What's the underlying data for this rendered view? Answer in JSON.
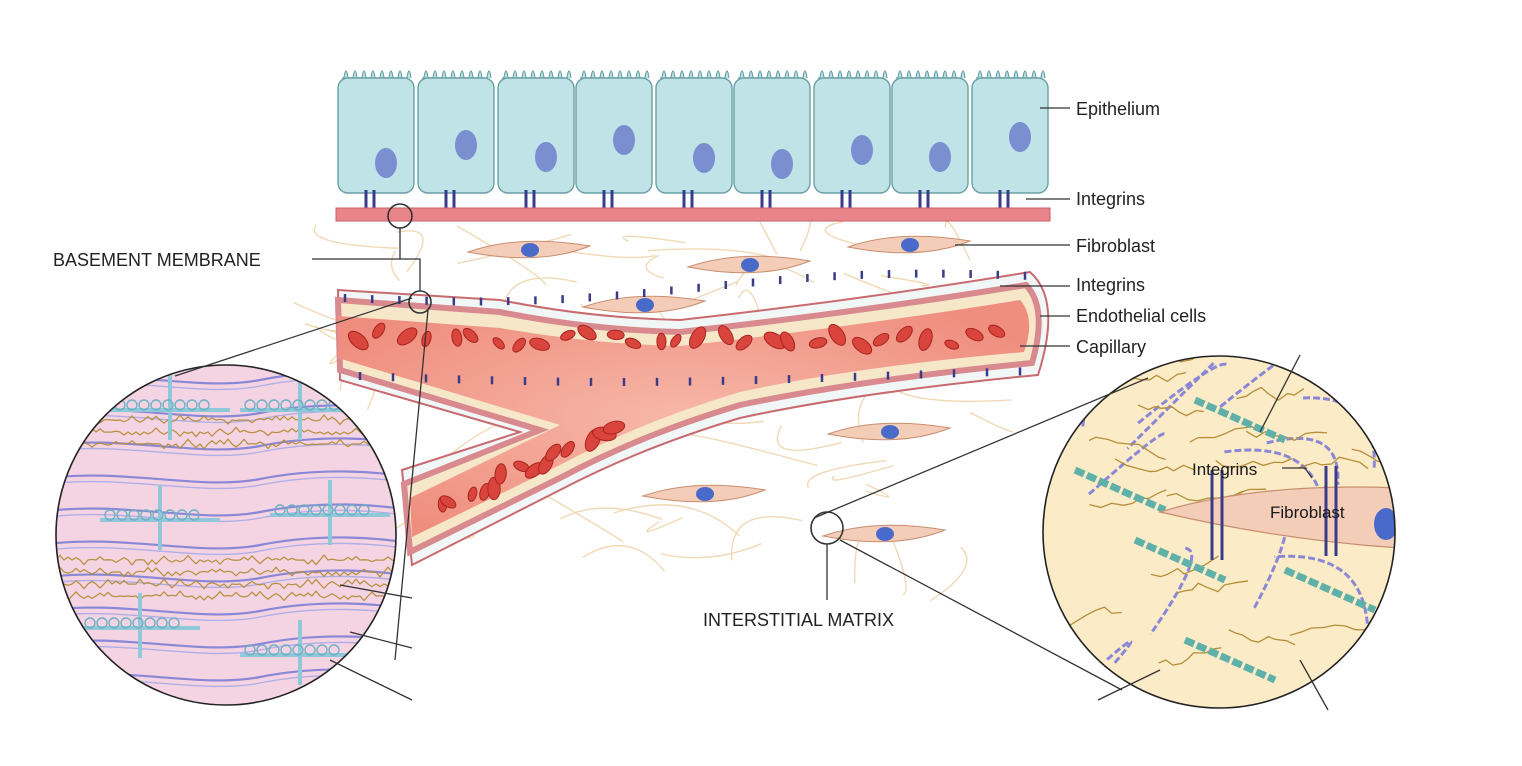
{
  "labels": {
    "epithelium": "Epithelium",
    "integrins_top": "Integrins",
    "fibroblast": "Fibroblast",
    "integrins_mid": "Integrins",
    "endothelial_cells": "Endothelial cells",
    "capillary": "Capillary",
    "basement_membrane": "BASEMENT MEMBRANE",
    "interstitial_matrix": "INTERSTITIAL MATRIX",
    "inset_integrins": "Integrins",
    "inset_fibroblast": "Fibroblast"
  },
  "colors": {
    "epithelium_fill": "#bfe3e6",
    "nucleus": "#7a8fd0",
    "basement_membrane": "#e07a80",
    "matrix_fibers": "#f0d9b5",
    "fibroblast": "#f4cdb8",
    "vessel_wall": "#e08a8e",
    "blood": "#f4a79a",
    "red_cell": "#d9453c",
    "collagen": "#8a87d6",
    "proteoglycan": "#b58e3a",
    "laminin": "#8fc9d9"
  }
}
